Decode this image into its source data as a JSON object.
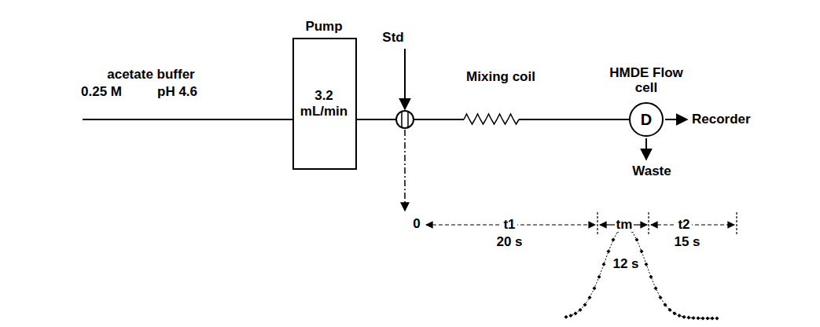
{
  "diagram": {
    "nodes": [
      {
        "text": [
          "Pump",
          "3.2 mL/min"
        ]
      },
      {
        "text": [
          "HMDE Flow cell",
          "D"
        ]
      }
    ],
    "edges": [
      {
        "from": 0,
        "to": 1,
        "arrow": "none"
      }
    ],
    "labels": [
      "acetate buffer",
      "0.25 M",
      "pH 4.6",
      "Std",
      "Mixing coil",
      "Recorder",
      "Waste",
      "0",
      "t1",
      "20 s",
      "tm",
      "12 s",
      "t2",
      "15 s"
    ]
  }
}
